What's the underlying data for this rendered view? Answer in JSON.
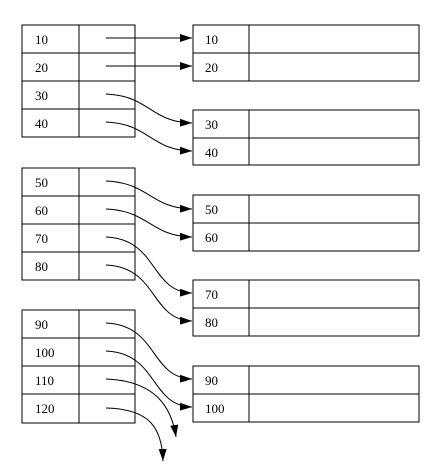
{
  "index_groups": [
    {
      "keys": [
        "10",
        "20",
        "30",
        "40"
      ]
    },
    {
      "keys": [
        "50",
        "60",
        "70",
        "80"
      ]
    },
    {
      "keys": [
        "90",
        "100",
        "110",
        "120"
      ]
    }
  ],
  "data_blocks": [
    {
      "keys": [
        "10",
        "20"
      ]
    },
    {
      "keys": [
        "30",
        "40"
      ]
    },
    {
      "keys": [
        "50",
        "60"
      ]
    },
    {
      "keys": [
        "70",
        "80"
      ]
    },
    {
      "keys": [
        "90",
        "100"
      ]
    }
  ],
  "colors": {
    "line": "#000000",
    "background": "#ffffff"
  }
}
